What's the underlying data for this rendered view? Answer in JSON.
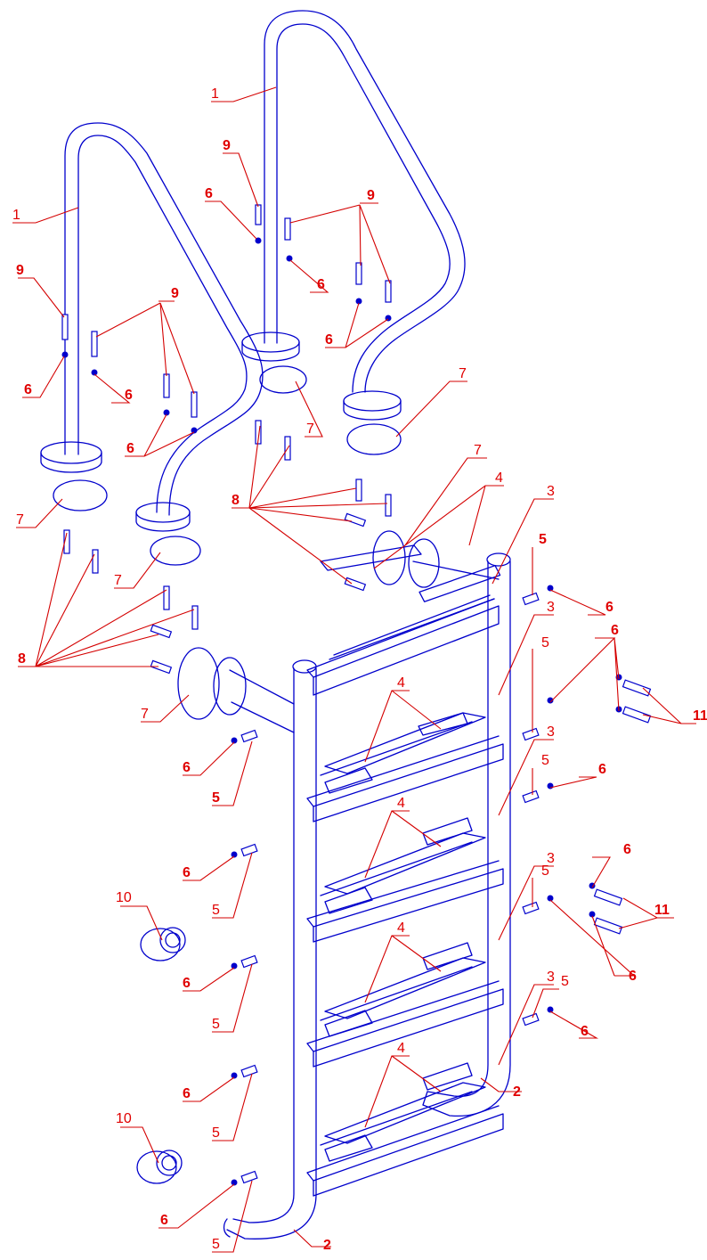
{
  "colors": {
    "parts": "#0000cc",
    "labels": "#e00000",
    "background": "#ffffff"
  },
  "labels": {
    "n1": "1",
    "n2": "2",
    "n3": "3",
    "n4": "4",
    "n5": "5",
    "n6": "6",
    "n7": "7",
    "n8": "8",
    "n9": "9",
    "n10": "10",
    "n11": "11"
  }
}
